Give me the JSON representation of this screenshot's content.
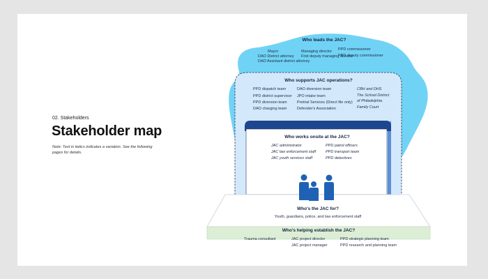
{
  "left": {
    "kicker": "02. Stakeholders",
    "title": "Stakeholder map",
    "note": "Note: Text in italics indicates a variation. See the following pages for details."
  },
  "leads": {
    "heading": "Who leads the JAC?",
    "col1": [
      "Mayor",
      "DAO District attorney",
      "DAO Assistant district attorney"
    ],
    "col2": [
      "Managing director",
      "First deputy managing director"
    ],
    "col3": [
      "PPD commissioner",
      "PPD deputy commissioner"
    ]
  },
  "supports": {
    "heading": "Who supports JAC operations?",
    "col1": [
      "PPD dispatch team",
      "PPD district supervisor",
      "PPD diversion team",
      "DAO charging team"
    ],
    "col2": [
      "DAO diversion team",
      "JPO intake team",
      "Pretrial Services (Direct file only)",
      "Defender's Association"
    ],
    "col3": [
      "CBH and DHS",
      "The School District of Philadelphia",
      "Family Court"
    ]
  },
  "onsite": {
    "heading": "Who works onsite at the JAC?",
    "col1": [
      "JAC administrator",
      "JAC law enforcement staff",
      "JAC youth services staff"
    ],
    "col2": [
      "PPD patrol officers",
      "PPD transport team",
      "PPD detectives"
    ]
  },
  "for": {
    "heading": "Who's the JAC for?",
    "body": "Youth, guardians, police, and law enforcement staff"
  },
  "establish": {
    "heading": "Who's helping establish the JAC?",
    "col1": [
      "Trauma consultant"
    ],
    "col2": [
      "JAC project director",
      "JAC project manager"
    ],
    "col3": [
      "PPD strategic planning team",
      "PPD research and planning team"
    ]
  },
  "colors": {
    "leads_blob": "#70d3f5",
    "supports_box": "#d3e9fb",
    "onsite_bar": "#1d4690",
    "people": "#1f62b5",
    "establish_band": "#dcefd6"
  }
}
